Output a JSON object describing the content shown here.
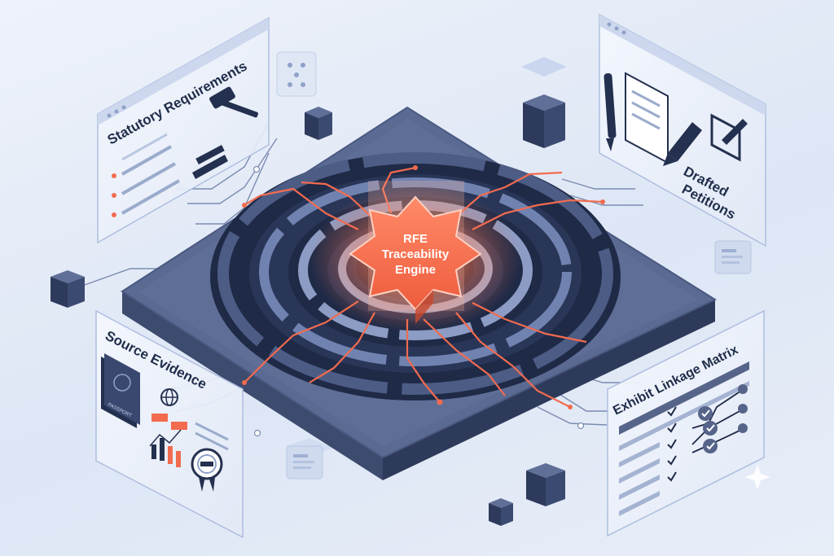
{
  "engine": {
    "line1": "RFE",
    "line2": "Traceability",
    "line3": "Engine"
  },
  "panels": {
    "statutory": {
      "title": "Statutory Requirements"
    },
    "drafted": {
      "title_line1": "Drafted",
      "title_line2": "Petitions"
    },
    "source": {
      "title": "Source Evidence",
      "passport_text": "PASSPORT"
    },
    "exhibit": {
      "title": "Exhibit Linkage Matrix"
    }
  },
  "colors": {
    "accent": "#f26b4f",
    "navy": "#24304f",
    "slate": "#56648a",
    "panel": "#eef2fb",
    "background": "#e3eaf6"
  }
}
